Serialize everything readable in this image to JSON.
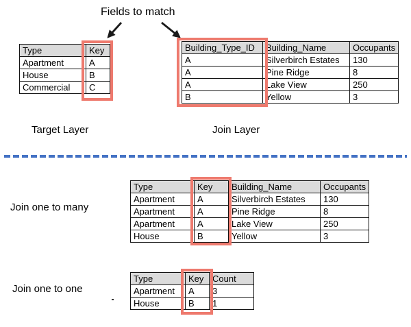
{
  "colors": {
    "highlight_red": "#ee7a6e",
    "divider_blue": "#4472c4",
    "table_header_bg": "#dbdbdb",
    "arrow_black": "#1a1a1a"
  },
  "annotation": {
    "fields_to_match": "Fields to match"
  },
  "labels": {
    "target_layer": "Target Layer",
    "join_layer": "Join Layer",
    "one_to_many": "Join one to many",
    "one_to_one": "Join one to one"
  },
  "tables": {
    "target": {
      "headers": [
        "Type",
        "Key"
      ],
      "rows": [
        [
          "Apartment",
          "A"
        ],
        [
          "House",
          "B"
        ],
        [
          "Commercial",
          "C"
        ]
      ]
    },
    "join": {
      "headers": [
        "Building_Type_ID",
        "Building_Name",
        "Occupants"
      ],
      "rows": [
        [
          "A",
          "Silverbirch Estates",
          "130"
        ],
        [
          "A",
          "Pine Ridge",
          "8"
        ],
        [
          "A",
          "Lake View",
          "250"
        ],
        [
          "B",
          "Yellow",
          "3"
        ]
      ]
    },
    "one_to_many": {
      "headers": [
        "Type",
        "Key",
        "Building_Name",
        "Occupants"
      ],
      "rows": [
        [
          "Apartment",
          "A",
          "Silverbirch Estates",
          "130"
        ],
        [
          "Apartment",
          "A",
          "Pine Ridge",
          "8"
        ],
        [
          "Apartment",
          "A",
          "Lake View",
          "250"
        ],
        [
          "House",
          "B",
          "Yellow",
          "3"
        ]
      ]
    },
    "one_to_one": {
      "headers": [
        "Type",
        "Key",
        "Count"
      ],
      "rows": [
        [
          "Apartment",
          "A",
          "3"
        ],
        [
          "House",
          "B",
          "1"
        ]
      ]
    }
  }
}
